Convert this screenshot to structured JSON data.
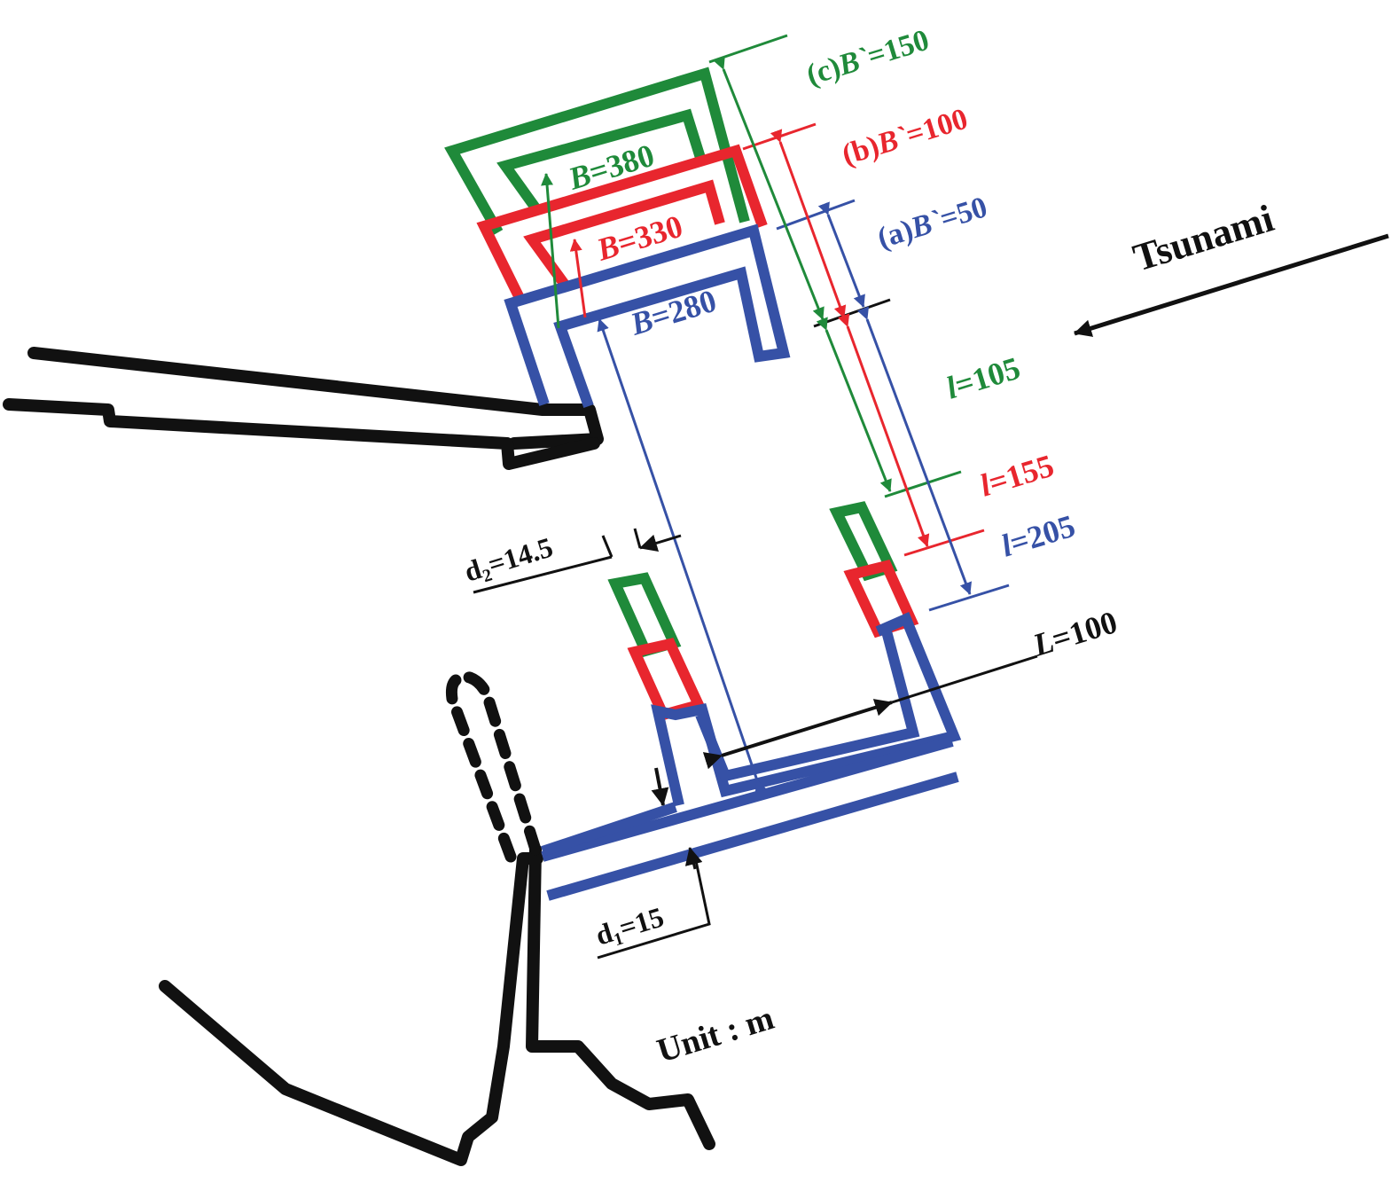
{
  "colors": {
    "case_a": "#3651a6",
    "case_b": "#e8262e",
    "case_c": "#1f8a3a",
    "coast": "#111111"
  },
  "cases": {
    "a": {
      "prefix": "(a)",
      "bprime_sym": "B`",
      "bprime_val": "=50",
      "b_sym": "B",
      "b_val": "=280",
      "l_sym": "l",
      "l_val": "=205"
    },
    "b": {
      "prefix": "(b)",
      "bprime_sym": "B`",
      "bprime_val": "=100",
      "b_sym": "B",
      "b_val": "=330",
      "l_sym": "l",
      "l_val": "=155"
    },
    "c": {
      "prefix": "(c)",
      "bprime_sym": "B`",
      "bprime_val": "=150",
      "b_sym": "B",
      "b_val": "=380",
      "l_sym": "l",
      "l_val": "=105"
    }
  },
  "labels": {
    "tsunami": "Tsunami",
    "L_sym": "L",
    "L_val": "=100",
    "d1_sym": "d",
    "d1_sub": "1",
    "d1_val": "=15",
    "d2_sym": "d",
    "d2_sub": "2",
    "d2_val": "=14.5",
    "unit": "Unit : m"
  }
}
